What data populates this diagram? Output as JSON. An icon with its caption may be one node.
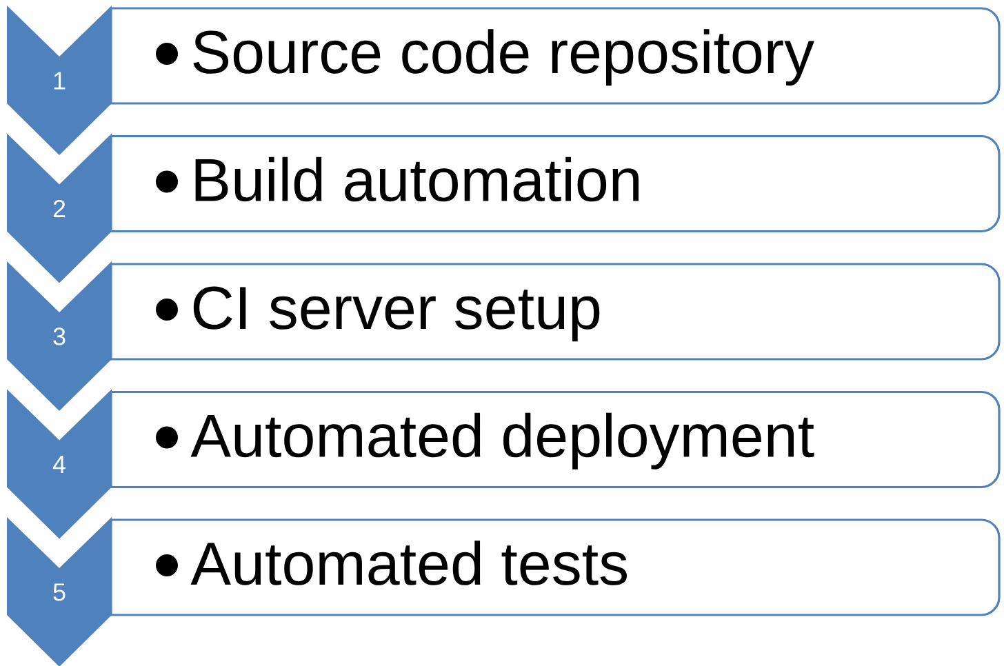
{
  "diagram": {
    "nodes": [
      {
        "text": [
          "1"
        ]
      },
      {
        "text": [
          "Source code repository"
        ]
      },
      {
        "text": [
          "2"
        ]
      },
      {
        "text": [
          "Build automation"
        ]
      },
      {
        "text": [
          "3"
        ]
      },
      {
        "text": [
          "CI server setup"
        ]
      },
      {
        "text": [
          "4"
        ]
      },
      {
        "text": [
          "Automated deployment"
        ]
      },
      {
        "text": [
          "5"
        ]
      },
      {
        "text": [
          "Automated tests"
        ]
      }
    ]
  }
}
